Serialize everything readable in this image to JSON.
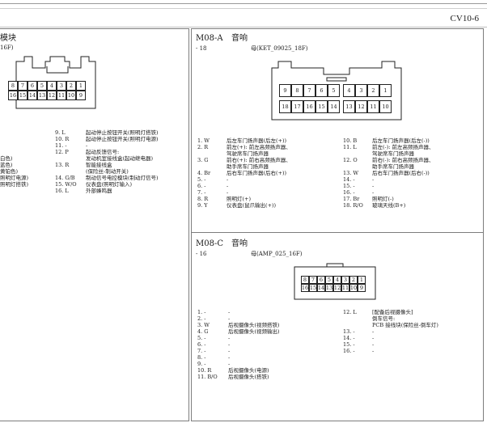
{
  "page": {
    "code": "CV10-6"
  },
  "left_panel": {
    "title_fragment": "模块",
    "subtitle_fragment": "16F)",
    "connector_top_row": [
      "8",
      "7",
      "6",
      "5",
      "4",
      "3",
      "2",
      "1"
    ],
    "connector_bottom_row": [
      "16",
      "15",
      "14",
      "13",
      "12",
      "11",
      "10",
      "9"
    ],
    "left_fragments": [
      "白色)",
      "蓝色)",
      "黄铂色)",
      "照明灯电源)",
      "照明灯搭铁)"
    ],
    "pins": [
      {
        "num": "9. L",
        "desc": "起动停止按钮开关(照明灯搭铁)"
      },
      {
        "num": "10. R",
        "desc": "起动停止按钮开关(照明灯电源)"
      },
      {
        "num": "11. -",
        "desc": "-"
      },
      {
        "num": "12. P",
        "desc": "起动反馈信号:\n发动机室接线盒(起动继电器)"
      },
      {
        "num": "13. R",
        "desc": "智能接线盒\n(保险丝-制动开关)"
      },
      {
        "num": "14. G/B",
        "desc": "制动信号电控模块(制动灯信号)"
      },
      {
        "num": "15. W/O",
        "desc": "仪表盘(照明灯输入)"
      },
      {
        "num": "16. L",
        "desc": "外部蜂鸣器"
      }
    ]
  },
  "m08a": {
    "code": "M08-A",
    "name": "音响",
    "pin_count": "- 18",
    "connector_type": "母(KET_09025_18F)",
    "top_row": [
      "9",
      "8",
      "7",
      "6",
      "5",
      "4",
      "3",
      "2",
      "1"
    ],
    "bottom_row": [
      "18",
      "17",
      "16",
      "15",
      "14",
      "13",
      "12",
      "11",
      "10"
    ],
    "pins_left": [
      {
        "num": "1. W",
        "desc": "后左车门扬声器(后左(+))"
      },
      {
        "num": "2. R",
        "desc": "前左(+): 前左高频扬声器、\n驾驶席车门扬声器"
      },
      {
        "num": "3. G",
        "desc": "前右(+): 前右高频扬声器、\n助手席车门扬声器"
      },
      {
        "num": "4. Br",
        "desc": "后右车门扬声器(后右(+))"
      },
      {
        "num": "5. -",
        "desc": "-"
      },
      {
        "num": "6. -",
        "desc": "-"
      },
      {
        "num": "7. -",
        "desc": "-"
      },
      {
        "num": "8. R",
        "desc": "照明灯(+)"
      },
      {
        "num": "9. Y",
        "desc": "仪表盘(鼠爪输出(+))"
      }
    ],
    "pins_right": [
      {
        "num": "10. B",
        "desc": "后左车门扬声器(后左(-))"
      },
      {
        "num": "11. L",
        "desc": "前左(-): 前左高频扬声器、\n驾驶席车门扬声器"
      },
      {
        "num": "12. O",
        "desc": "前右(-): 前右高频扬声器、\n助手席车门扬声器"
      },
      {
        "num": "13. W",
        "desc": "后右车门扬声器(后右(-))"
      },
      {
        "num": "14. -",
        "desc": "-"
      },
      {
        "num": "15. -",
        "desc": "-"
      },
      {
        "num": "16. -",
        "desc": "-"
      },
      {
        "num": "17. Br",
        "desc": "照明灯(-)"
      },
      {
        "num": "18. R/O",
        "desc": "玻璃天线(B+)"
      }
    ]
  },
  "m08c": {
    "code": "M08-C",
    "name": "音响",
    "pin_count": "- 16",
    "connector_type": "母(AMP_025_16F)",
    "top_row": [
      "8",
      "7",
      "6",
      "5",
      "4",
      "3",
      "2",
      "1"
    ],
    "bottom_row": [
      "16",
      "15",
      "14",
      "13",
      "12",
      "11",
      "10",
      "9"
    ],
    "pins_left": [
      {
        "num": "1. -",
        "desc": "-"
      },
      {
        "num": "2. -",
        "desc": "-"
      },
      {
        "num": "3. W",
        "desc": "后视摄像头(视频搭铁)"
      },
      {
        "num": "4. G",
        "desc": "后视摄像头(视频输出)"
      },
      {
        "num": "5. -",
        "desc": "-"
      },
      {
        "num": "6. -",
        "desc": "-"
      },
      {
        "num": "7. -",
        "desc": "-"
      },
      {
        "num": "8. -",
        "desc": "-"
      },
      {
        "num": "9. -",
        "desc": "-"
      },
      {
        "num": "10. R",
        "desc": "后视摄像头(电源)"
      },
      {
        "num": "11. B/O",
        "desc": "后视摄像头(搭铁)"
      }
    ],
    "pins_right": [
      {
        "num": "12. L",
        "desc": "[配备后视摄像头]\n倒车信号:\nPCB 接线块(保险丝-倒车灯)"
      },
      {
        "num": "13. -",
        "desc": "-"
      },
      {
        "num": "14. -",
        "desc": "-"
      },
      {
        "num": "15. -",
        "desc": "-"
      },
      {
        "num": "16. -",
        "desc": "-"
      }
    ]
  }
}
